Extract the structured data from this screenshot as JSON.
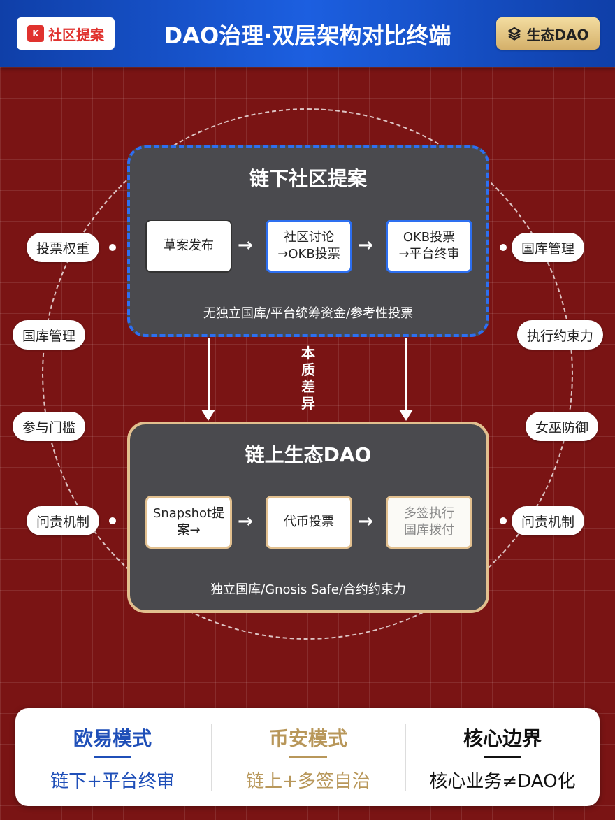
{
  "header": {
    "brand_logo": "K",
    "brand_label": "社区提案",
    "title": "DAO治理·双层架构对比终端",
    "eco_label": "生态DAO"
  },
  "top_box": {
    "title": "链下社区提案",
    "steps": [
      {
        "line1": "草案发布",
        "line2": ""
      },
      {
        "line1": "社区讨论",
        "line2": "→OKB投票"
      },
      {
        "line1": "OKB投票",
        "line2": "→平台终审"
      }
    ],
    "note": "无独立国库/平台统筹资金/参考性投票"
  },
  "bottom_box": {
    "title": "链上生态DAO",
    "steps": [
      {
        "line1": "Snapshot提",
        "line2": "案→"
      },
      {
        "line1": "代币投票",
        "line2": ""
      },
      {
        "line1": "多签执行",
        "line2": "国库拨付"
      }
    ],
    "note": "独立国库/Gnosis Safe/合约约束力"
  },
  "arrow_glyph": "→",
  "middle_label": [
    "本",
    "质",
    "差",
    "异"
  ],
  "left_chips": [
    "投票权重",
    "国库管理",
    "参与门槛",
    "问责机制"
  ],
  "right_chips": [
    "国库管理",
    "执行约束力",
    "女巫防御",
    "问责机制"
  ],
  "bottom_panel": [
    {
      "title": "欧易模式",
      "subtitle": "链下+平台终审",
      "color": "#1f4fb8"
    },
    {
      "title": "币安模式",
      "subtitle": "链上+多签自治",
      "color": "#b8975a"
    },
    {
      "title": "核心边界",
      "subtitle": "核心业务≠DAO化",
      "color": "#111111"
    }
  ]
}
